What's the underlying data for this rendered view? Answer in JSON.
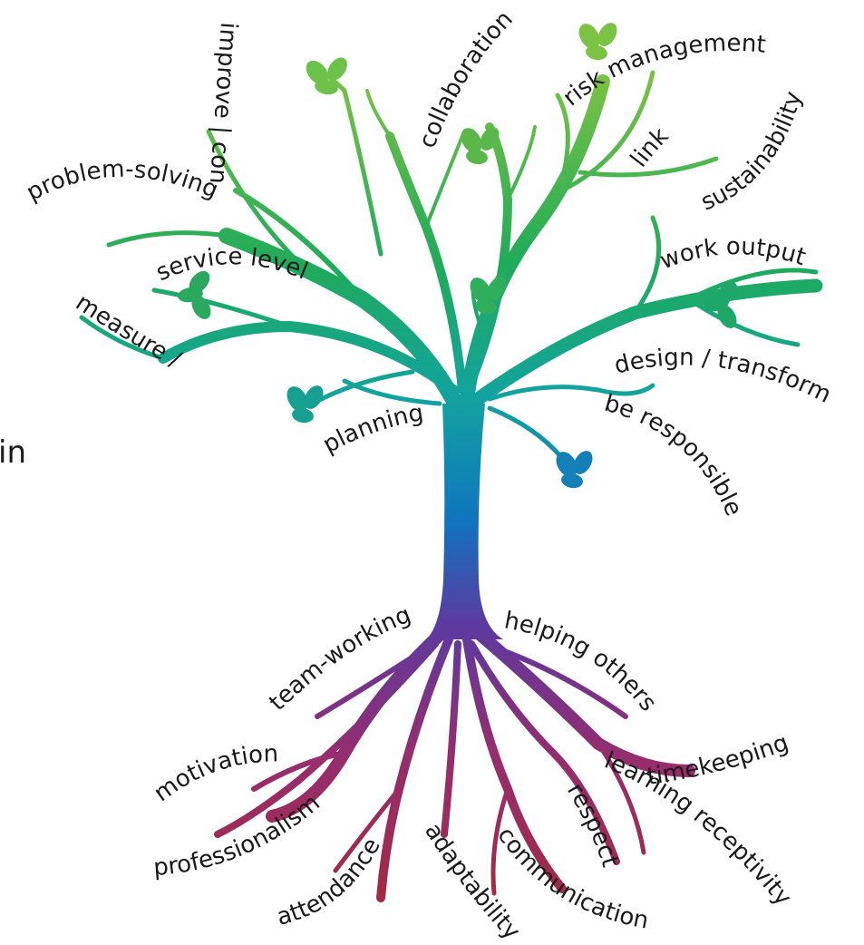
{
  "edge_text": "in",
  "branch_labels": [
    "improve | control",
    "collaboration",
    "risk management",
    "problem-solving",
    "link",
    "sustainability",
    "service level",
    "work output",
    "measure / analyze",
    "design / transform",
    "planning",
    "be responsible"
  ],
  "root_labels": [
    "team-working",
    "helping others",
    "motivation",
    "timekeeping",
    "professionalism",
    "learning receptivity",
    "respect",
    "attendance",
    "adaptability",
    "communication"
  ],
  "colors": {
    "canopy_top": "#8cc63f",
    "canopy_mid": "#1fab5a",
    "trunk_teal": "#12a3a0",
    "trunk_blue": "#0f74bf",
    "trunk_purple": "#5b3aa0",
    "root_magenta": "#962d6e",
    "root_crimson": "#a12a45"
  },
  "icons": [
    "leaf-icon"
  ]
}
